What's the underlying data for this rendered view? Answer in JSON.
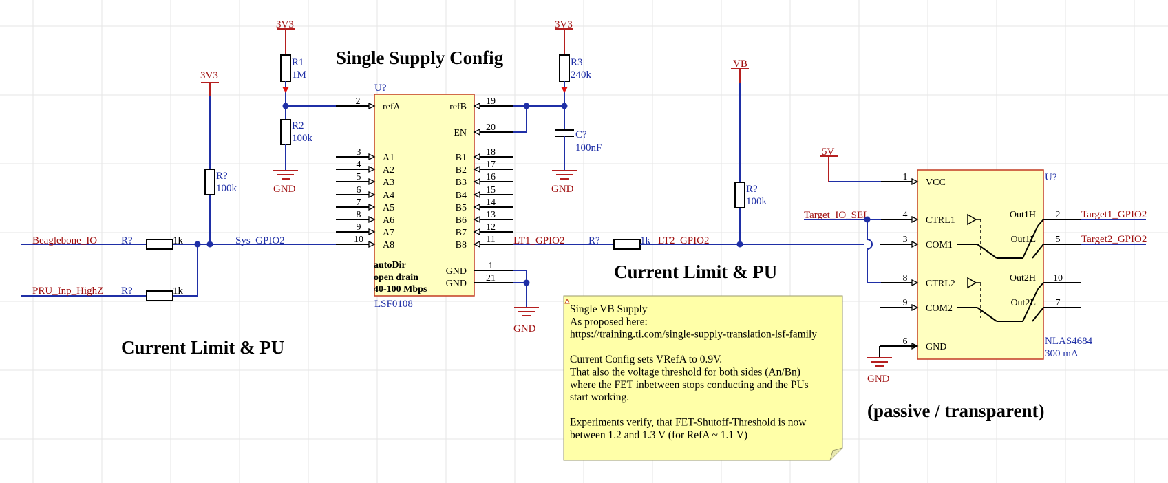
{
  "titles": {
    "single_supply": "Single Supply Config",
    "current_limit_left": "Current Limit & PU",
    "current_limit_mid": "Current Limit & PU",
    "passive": "(passive / transparent)"
  },
  "power": {
    "v3v3_r1": "3V3",
    "v3v3_r3": "3V3",
    "v3v3_rpu": "3V3",
    "vb": "VB",
    "v5v": "5V",
    "gnd_r2": "GND",
    "gnd_c": "GND",
    "gnd_u": "GND",
    "gnd_nlas": "GND"
  },
  "components": {
    "r1": {
      "ref": "R1",
      "value": "1M"
    },
    "r2": {
      "ref": "R2",
      "value": "100k"
    },
    "r3": {
      "ref": "R3",
      "value": "240k"
    },
    "c": {
      "ref": "C?",
      "value": "100nF"
    },
    "rpu_left": {
      "ref": "R?",
      "value": "100k"
    },
    "rpu_vb": {
      "ref": "R?",
      "value": "100k"
    },
    "rs_bb": {
      "ref": "R?",
      "value": "1k"
    },
    "rs_pru": {
      "ref": "R?",
      "value": "1k"
    },
    "rs_lt": {
      "ref": "R?",
      "value": "1k"
    }
  },
  "nets": {
    "beaglebone_io": "Beaglebone_IO",
    "pru_inp": "PRU_Inp_HighZ",
    "sys_gpio2": "Sys_GPIO2",
    "lt1_gpio2": "LT1_GPIO2",
    "lt2_gpio2": "LT2_GPIO2",
    "target_io_sel": "Target_IO_SEL",
    "target1_gpio2": "Target1_GPIO2",
    "target2_gpio2": "Target2_GPIO2"
  },
  "lsf": {
    "designator": "U?",
    "part": "LSF0108",
    "notes": [
      "autoDir",
      "open drain",
      "40-100 Mbps"
    ],
    "left_pins": [
      {
        "num": "2",
        "name": "refA"
      },
      {
        "num": "3",
        "name": "A1"
      },
      {
        "num": "4",
        "name": "A2"
      },
      {
        "num": "5",
        "name": "A3"
      },
      {
        "num": "6",
        "name": "A4"
      },
      {
        "num": "7",
        "name": "A5"
      },
      {
        "num": "8",
        "name": "A6"
      },
      {
        "num": "9",
        "name": "A7"
      },
      {
        "num": "10",
        "name": "A8"
      }
    ],
    "right_pins": [
      {
        "num": "19",
        "name": "refB"
      },
      {
        "num": "20",
        "name": "EN"
      },
      {
        "num": "18",
        "name": "B1"
      },
      {
        "num": "17",
        "name": "B2"
      },
      {
        "num": "16",
        "name": "B3"
      },
      {
        "num": "15",
        "name": "B4"
      },
      {
        "num": "14",
        "name": "B5"
      },
      {
        "num": "13",
        "name": "B6"
      },
      {
        "num": "12",
        "name": "B7"
      },
      {
        "num": "11",
        "name": "B8"
      },
      {
        "num": "1",
        "name": "GND"
      },
      {
        "num": "21",
        "name": "GND"
      }
    ]
  },
  "nlas": {
    "designator": "U?",
    "part": "NLAS4684",
    "current": "300 mA",
    "left_pins": [
      {
        "num": "1",
        "name": "VCC"
      },
      {
        "num": "4",
        "name": "CTRL1"
      },
      {
        "num": "3",
        "name": "COM1"
      },
      {
        "num": "8",
        "name": "CTRL2"
      },
      {
        "num": "9",
        "name": "COM2"
      },
      {
        "num": "6",
        "name": "GND"
      }
    ],
    "right_pins": [
      {
        "num": "2",
        "name": "Out1H"
      },
      {
        "num": "5",
        "name": "Out1L"
      },
      {
        "num": "10",
        "name": "Out2H"
      },
      {
        "num": "7",
        "name": "Out2L"
      }
    ]
  },
  "note": {
    "lines": [
      "Single VB Supply",
      "As proposed here:",
      "https://training.ti.com/single-supply-translation-lsf-family",
      "",
      "Current Config sets VRefA to 0.9V.",
      "That also the voltage threshold for both sides (An/Bn)",
      "where the FET inbetween stops conducting and the PUs",
      "start working.",
      "",
      "Experiments verify, that FET-Shutoff-Threshold is now",
      "between 1.2 and 1.3 V (for RefA ~ 1.1 V)"
    ]
  }
}
